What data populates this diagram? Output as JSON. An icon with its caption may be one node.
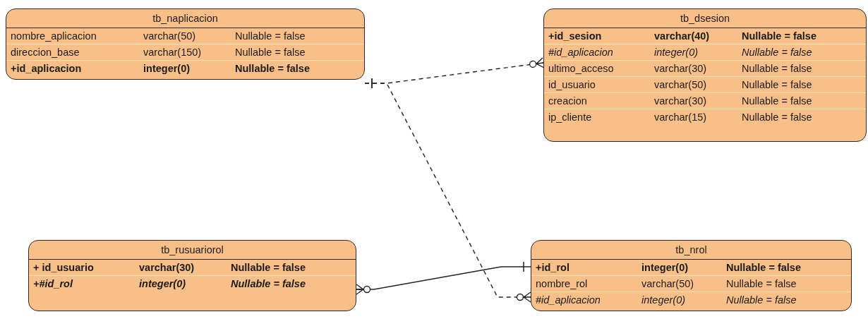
{
  "diagram": {
    "nodes": [
      {
        "text": [
          "tb_naplicacion",
          "nombre_aplicacion",
          "varchar(50)",
          "Nullable = false",
          "direccion_base",
          "varchar(150)",
          "Nullable = false",
          "+id_aplicacion",
          "integer(0)",
          "Nullable = false"
        ]
      },
      {
        "text": [
          "tb_dsesion",
          "+id_sesion",
          "varchar(40)",
          "Nullable = false",
          "#*id_aplicacion*",
          "integer(0)",
          "Nullable = false",
          "ultimo_acceso",
          "varchar(30)",
          "Nullable = false",
          "id_usuario",
          "varchar(50)",
          "Nullable = false",
          "creacion",
          "varchar(30)",
          "Nullable = false",
          "ip_cliente",
          "varchar(15)",
          "Nullable = false"
        ]
      },
      {
        "text": [
          "tb_rusuariorol",
          "+ id_usuario",
          "varchar(30)",
          "Nullable = false",
          "+#id_rol",
          "integer(0)",
          "Nullable = false"
        ]
      },
      {
        "text": [
          "tb_nrol",
          "+id_rol",
          "integer(0)",
          "Nullable = false",
          "nombre_rol",
          "varchar(50)",
          "Nullable = false",
          "#*id_aplicacion*",
          "integer(0)",
          "Nullable = false"
        ]
      }
    ],
    "edges": [
      {
        "from": 0,
        "to": 1,
        "arrow": "other",
        "style": "dashed"
      },
      {
        "from": 0,
        "to": 3,
        "arrow": "other",
        "style": "dashed"
      },
      {
        "from": 3,
        "to": 2,
        "arrow": "other"
      }
    ]
  }
}
